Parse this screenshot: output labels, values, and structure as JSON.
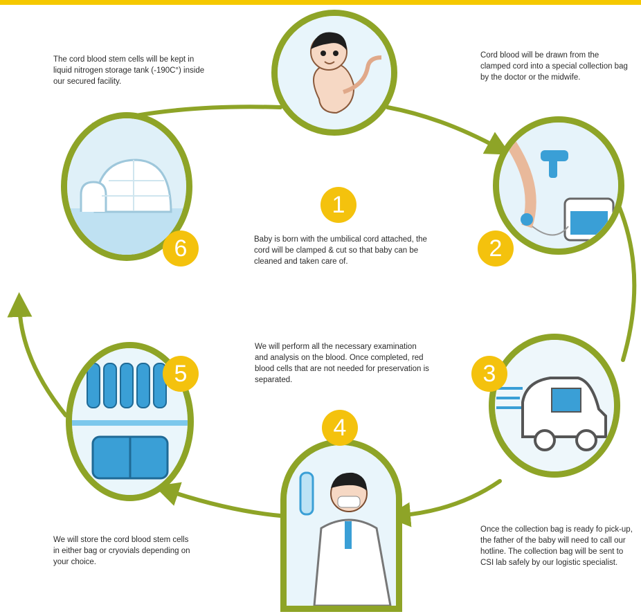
{
  "colors": {
    "ring": "#8ea427",
    "badge": "#f4c20d",
    "arrow": "#8ea427",
    "topbar": "#f5c800",
    "water": "#3a9fd6"
  },
  "steps": [
    {
      "number": "1",
      "icon": "baby-icon",
      "caption": "Baby is born with the umbilical cord attached, the cord will be clamped & cut so that baby can be cleaned and taken care of."
    },
    {
      "number": "2",
      "icon": "cord-clamp-collection-bag-icon",
      "caption": "Cord blood will be drawn from the clamped cord into a special collection bag by the doctor or the midwife."
    },
    {
      "number": "3",
      "icon": "delivery-car-icon",
      "caption": "Once the collection bag is ready fo pick-up, the father of the baby will need to call our hotline. The collection bag will be sent to CSI lab safely by our logistic specialist."
    },
    {
      "number": "4",
      "icon": "lab-doctor-icon",
      "caption": "We will perform all the necessary examination and analysis on the blood. Once completed, red blood cells that are not needed for preservation is separated."
    },
    {
      "number": "5",
      "icon": "cryovials-and-bag-icon",
      "caption": "We will store the cord blood stem cells in either bag or cryovials depending on your choice."
    },
    {
      "number": "6",
      "icon": "igloo-icon",
      "caption": "The cord blood stem cells will be kept in liquid nitrogen storage tank (-190C°) inside our secured facility."
    }
  ]
}
